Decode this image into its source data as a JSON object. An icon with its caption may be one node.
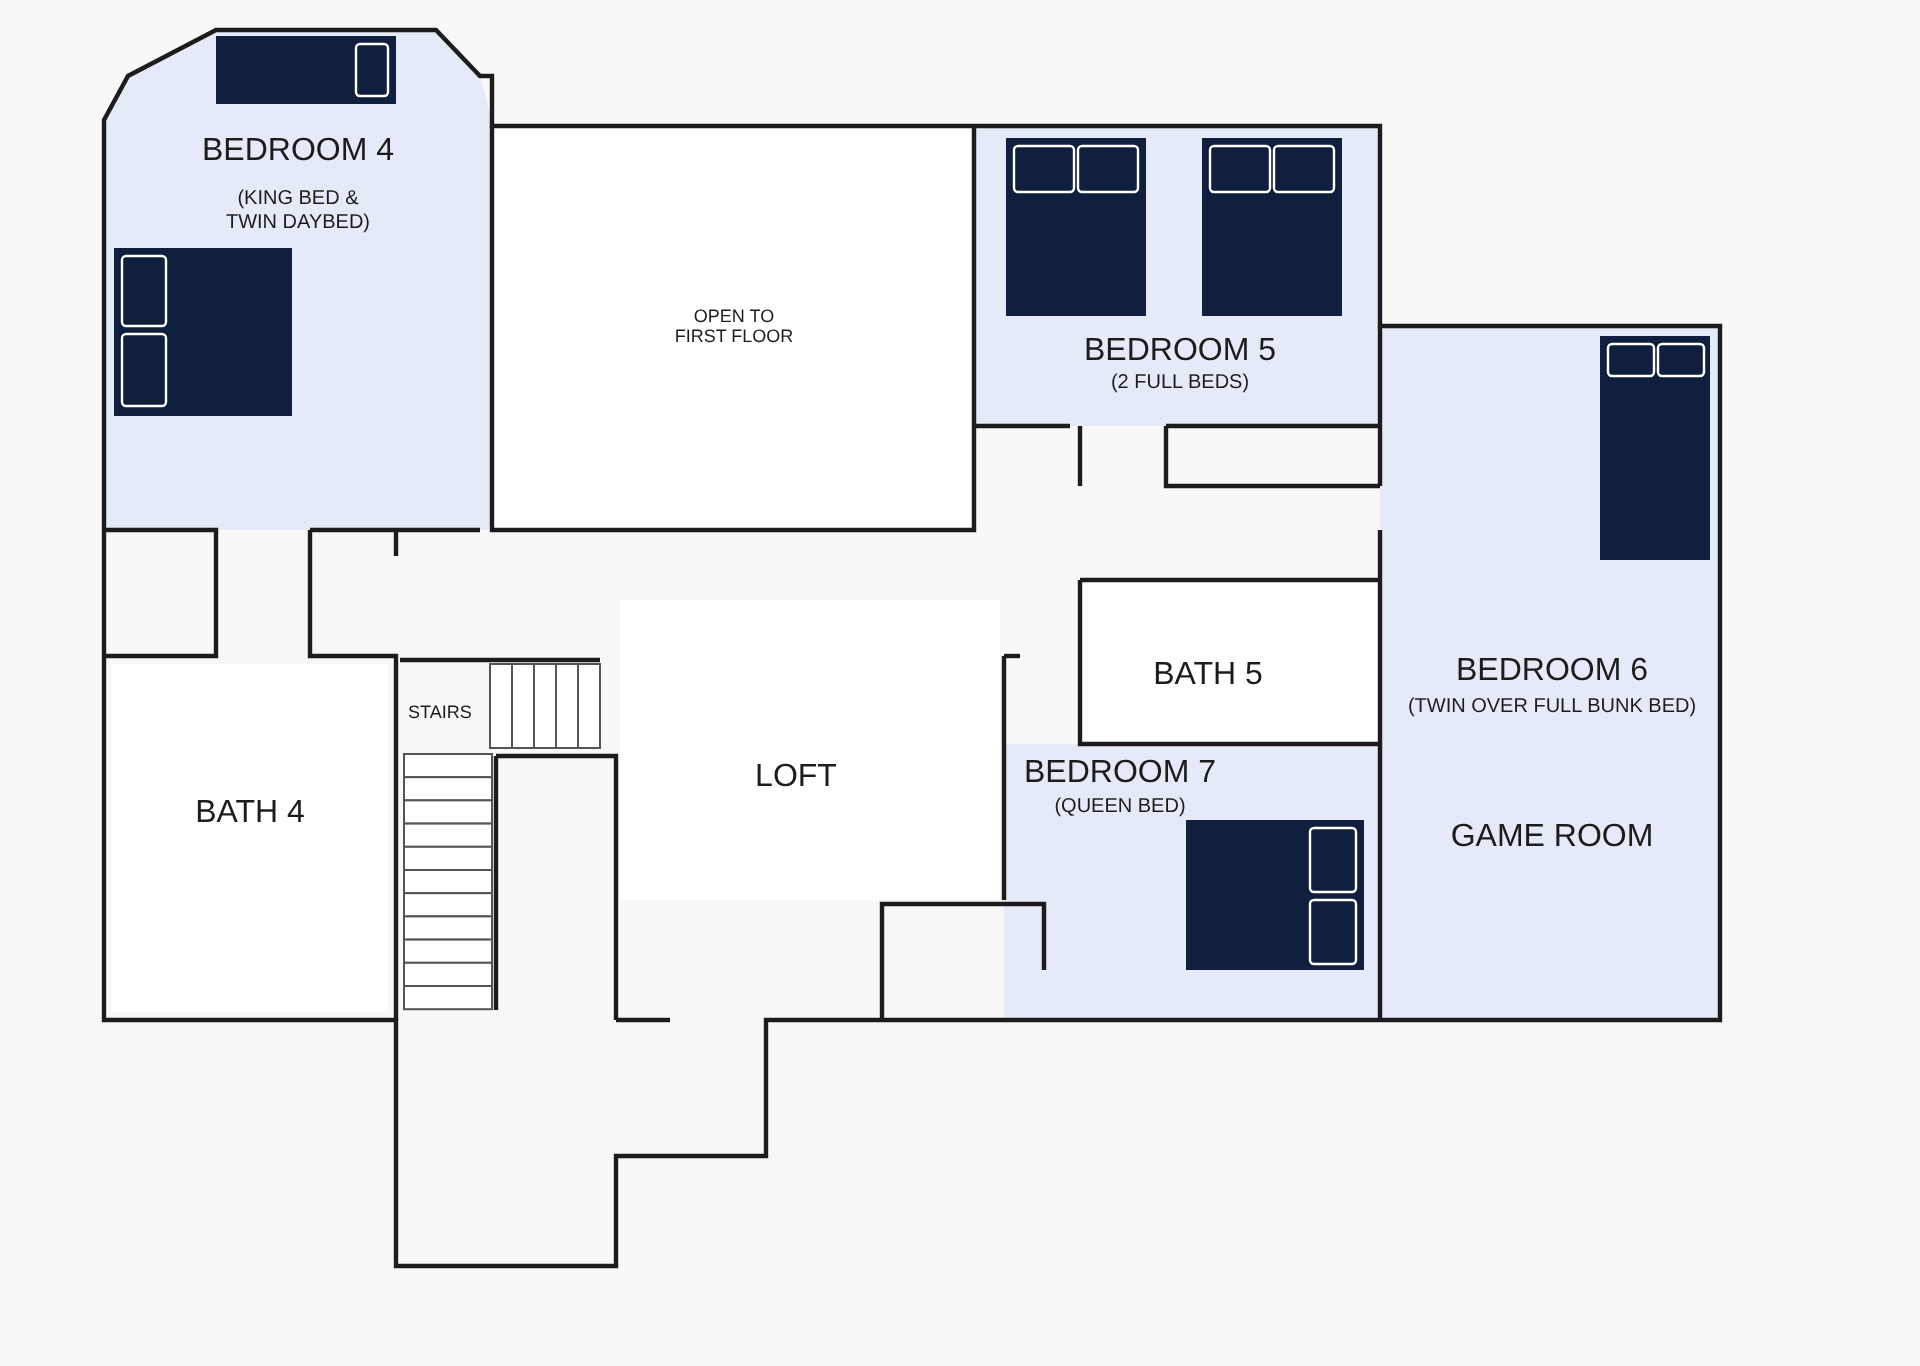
{
  "diagram": {
    "nodes": [
      {
        "text": [
          "BEDROOM 4",
          "(KING BED & TWIN DAYBED)"
        ]
      },
      {
        "text": [
          "OPEN TO FIRST FLOOR"
        ]
      },
      {
        "text": [
          "BEDROOM 5",
          "(2 FULL BEDS)"
        ]
      },
      {
        "text": [
          "BEDROOM 6",
          "(TWIN OVER FULL BUNK BED)",
          "GAME ROOM"
        ]
      },
      {
        "text": [
          "BATH 5"
        ]
      },
      {
        "text": [
          "BEDROOM 7",
          "(QUEEN BED)"
        ]
      },
      {
        "text": [
          "LOFT"
        ]
      },
      {
        "text": [
          "BATH 4"
        ]
      }
    ],
    "labels": [
      "STAIRS"
    ]
  }
}
